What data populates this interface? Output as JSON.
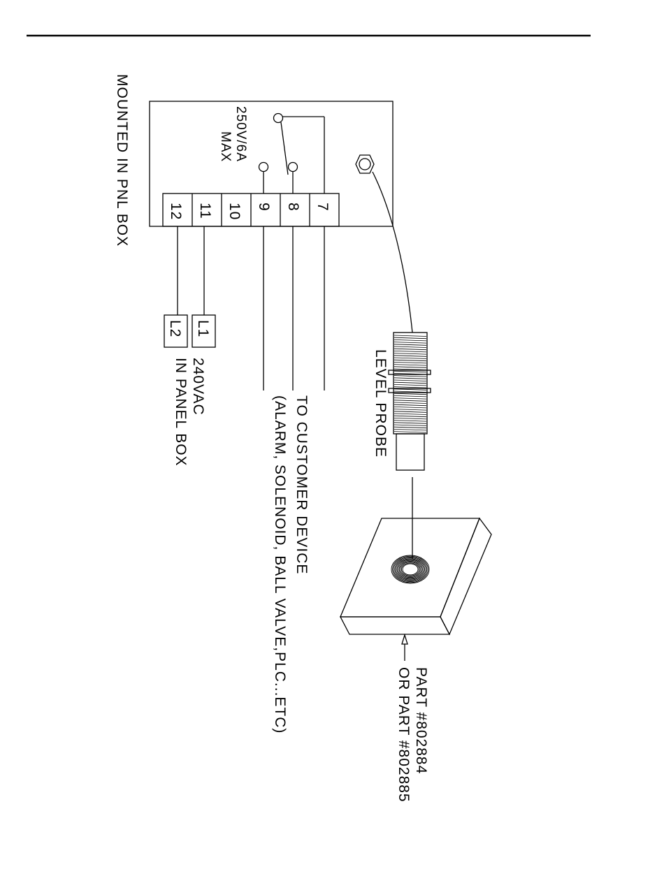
{
  "panel": {
    "label": "MOUNTED IN PNL BOX",
    "relay_rating_1": "250V/6A",
    "relay_rating_2": "MAX"
  },
  "terminals": [
    "7",
    "8",
    "9",
    "10",
    "11",
    "12"
  ],
  "supply": {
    "l1": "L1",
    "l2": "L2",
    "voltage": "240VAC",
    "location": "IN PANEL BOX"
  },
  "customer": {
    "line1": "TO CUSTOMER DEVICE",
    "line2": "(ALARM, SOLENOID, BALL VALVE,PLC...ETC)"
  },
  "probe": {
    "label": "LEVEL PROBE"
  },
  "parts": {
    "line1": "PART #802884",
    "line2": "OR PART #802885"
  }
}
